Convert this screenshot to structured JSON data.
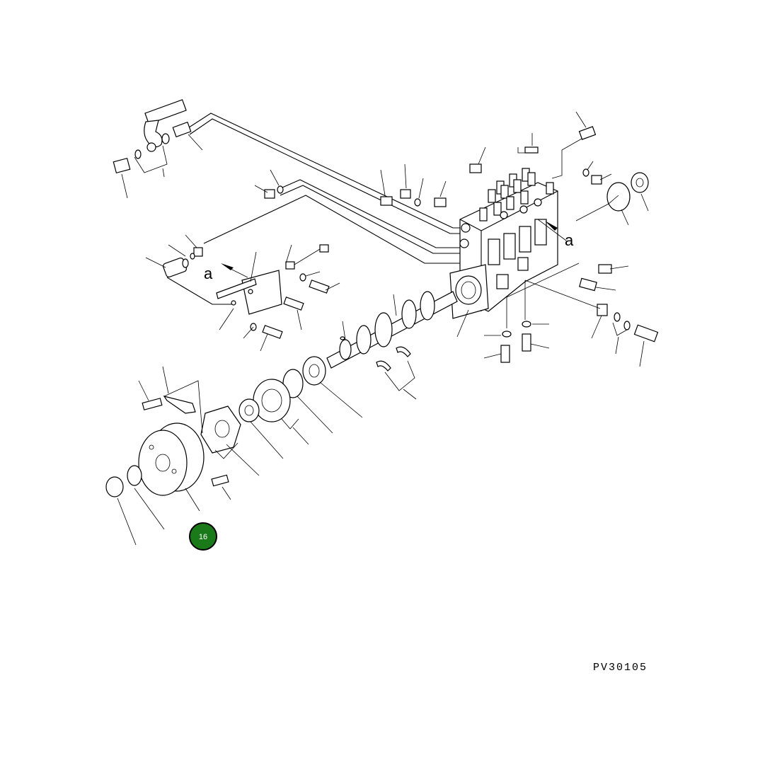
{
  "view_labels": [
    "a",
    "a"
  ],
  "drawing_number": "PV30105",
  "callouts": [
    {
      "label": "16",
      "fill": "#1a7a1a",
      "ring": "#000000"
    }
  ]
}
